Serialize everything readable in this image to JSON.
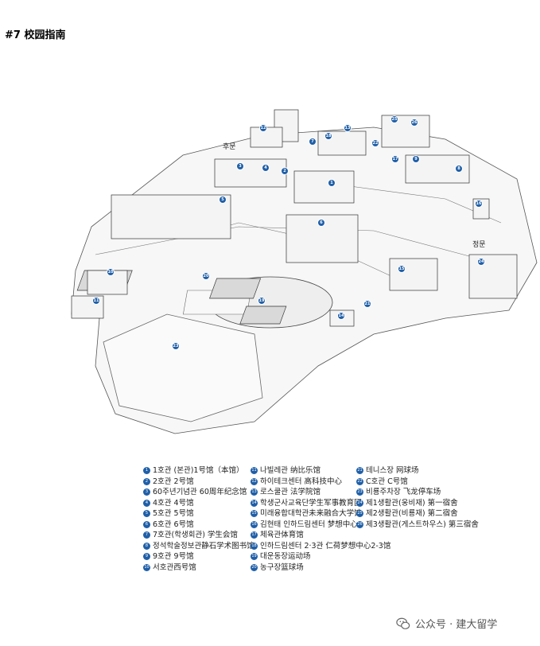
{
  "title": "#7  校园指南",
  "map": {
    "gates": {
      "back": "후문",
      "main": "정문"
    }
  },
  "legend": [
    {
      "num": "1",
      "label": "1호관 (본관)1号馆（本馆）"
    },
    {
      "num": "2",
      "label": "2호관 2号馆"
    },
    {
      "num": "3",
      "label": "60주년기념관 60周年纪念馆"
    },
    {
      "num": "4",
      "label": "4호관 4号馆"
    },
    {
      "num": "5",
      "label": "5호관 5号馆"
    },
    {
      "num": "6",
      "label": "6호관 6号馆"
    },
    {
      "num": "7",
      "label": "7호관(학생회관) 学生会馆"
    },
    {
      "num": "8",
      "label": "정석학술정보관静石学术图书馆"
    },
    {
      "num": "9",
      "label": "9호관 9号馆"
    },
    {
      "num": "10",
      "label": "서호관西号馆"
    },
    {
      "num": "11",
      "label": "나빌레관 纳比乐馆"
    },
    {
      "num": "12",
      "label": "하이테크센터 高科技中心"
    },
    {
      "num": "13",
      "label": "로스쿨관 法学院馆"
    },
    {
      "num": "14",
      "label": "학생군사교육단学生军事教育团"
    },
    {
      "num": "15",
      "label": "미래융합대학관未来融合大学馆"
    },
    {
      "num": "16",
      "label": "김현태 인하드림센터 梦想中心"
    },
    {
      "num": "17",
      "label": "체육관体育馆"
    },
    {
      "num": "18",
      "label": "인하드림센터 2·3관 仁荷梦想中心2-3馆"
    },
    {
      "num": "19",
      "label": "대운동장运动场"
    },
    {
      "num": "20",
      "label": "농구장篮球场"
    },
    {
      "num": "21",
      "label": "테니스장  网球场"
    },
    {
      "num": "22",
      "label": "C호관  C号馆"
    },
    {
      "num": "23",
      "label": "비룡주차장  飞龙停车场"
    },
    {
      "num": "24",
      "label": "제1생활관(웅비재)  第一宿舍"
    },
    {
      "num": "25",
      "label": "제2생활관(비룡재) 第二宿舍"
    },
    {
      "num": "26",
      "label": "제3생활관(게스트하우스)  第三宿舍"
    }
  ],
  "watermark": "公众号 · 建大留学",
  "colors": {
    "pin": "#1f5fa8",
    "ground": "#f7f7f7",
    "building": "#f4f4f4"
  }
}
